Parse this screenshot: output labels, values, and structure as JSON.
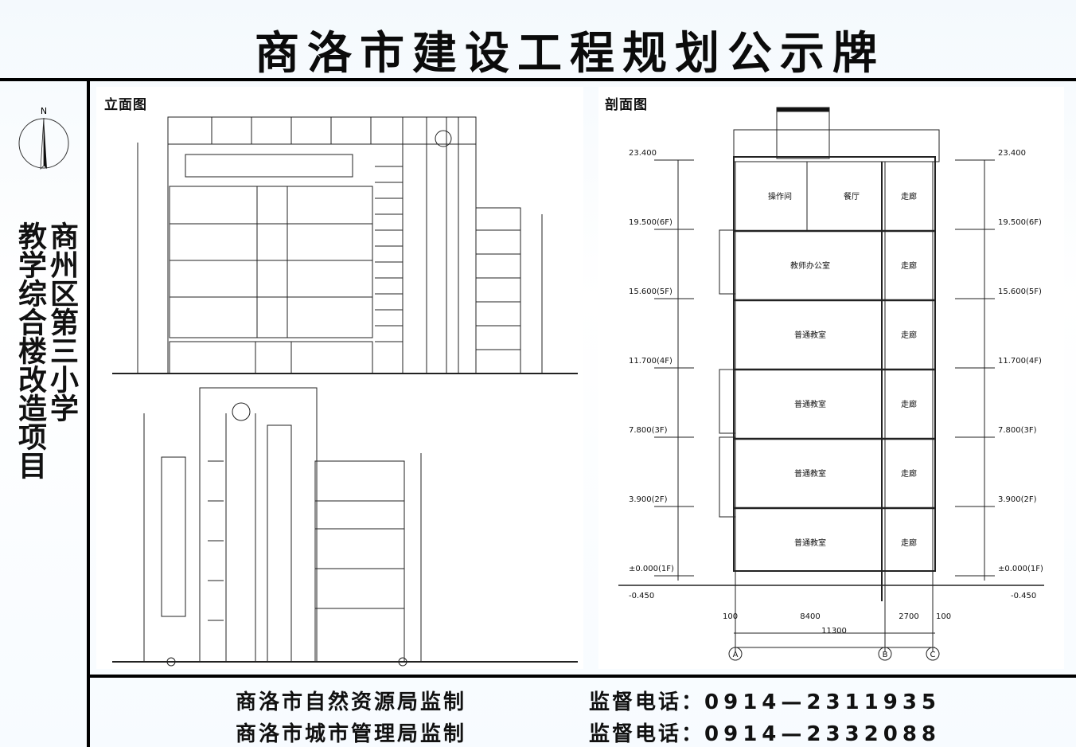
{
  "title": "商洛市建设工程规划公示牌",
  "project_title": {
    "line1": "商州区第三小学",
    "line2": "教学综合楼改造项目"
  },
  "compass": {
    "label": "N"
  },
  "elevation_panel": {
    "label": "立面图"
  },
  "section_panel": {
    "label": "剖面图",
    "rooms": [
      "操作间",
      "餐厅",
      "走廊",
      "教师办公室",
      "普通教室"
    ],
    "rows": [
      {
        "left": "操作间",
        "mid": "餐厅",
        "right": "走廊"
      },
      {
        "left": "教师办公室",
        "right": "走廊"
      },
      {
        "left": "普通教室",
        "right": "走廊"
      },
      {
        "left": "普通教室",
        "right": "走廊"
      },
      {
        "left": "普通教室",
        "right": "走廊"
      },
      {
        "left": "普通教室",
        "right": "走廊"
      }
    ],
    "levels_left": [
      "23.400",
      "19.500(6F)",
      "15.600(5F)",
      "11.700(4F)",
      "7.800(3F)",
      "3.900(2F)",
      "±0.000(1F)",
      "-0.450"
    ],
    "levels_right": [
      "23.400",
      "19.500(6F)",
      "15.600(5F)",
      "11.700(4F)",
      "7.800(3F)",
      "3.900(2F)",
      "±0.000(1F)",
      "-0.450"
    ],
    "dims_bottom": [
      "100",
      "8400",
      "2700",
      "100",
      "11300"
    ],
    "axes": [
      "A",
      "B",
      "C"
    ]
  },
  "footer": {
    "row1": {
      "org": "商洛市自然资源局监制",
      "phone_label": "监督电话：",
      "phone": "0914—2311935"
    },
    "row2": {
      "org": "商洛市城市管理局监制",
      "phone_label": "监督电话：",
      "phone": "0914—2332088"
    }
  }
}
